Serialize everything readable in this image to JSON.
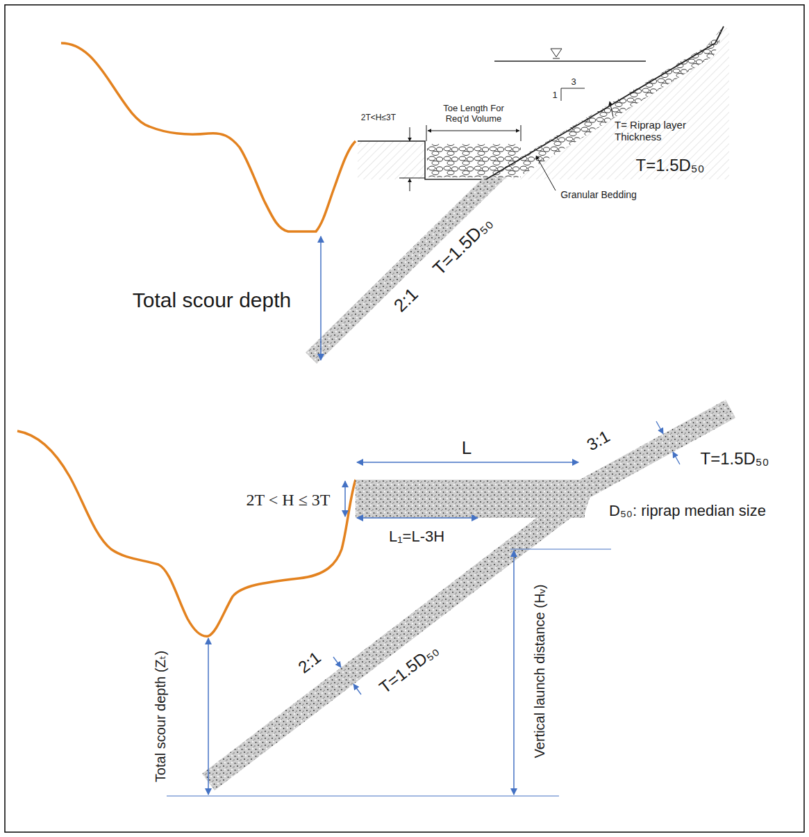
{
  "diagram": {
    "labels": [
      "2T<H≤3T",
      "Toe Length For Req'd Volume",
      "3",
      "1",
      "T= Riprap layer Thickness",
      "T=1.5D₅₀",
      "Granular Bedding",
      "2:1",
      "T=1.5D₅₀",
      "Total scour depth",
      "L",
      "3:1",
      "T=1.5D₅₀",
      "2T < H ≤ 3T",
      "D₅₀: riprap median size",
      "L₁=L-3H",
      "2:1",
      "T=1.5D₅₀",
      "Total scour depth (Zₜ)",
      "Vertical launch distance (Hᵥ)"
    ]
  }
}
